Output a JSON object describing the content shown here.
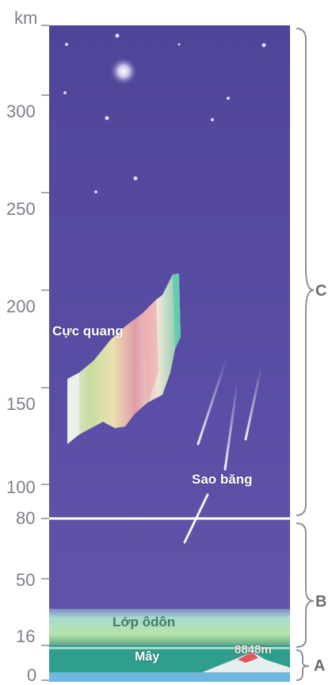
{
  "axis": {
    "unit": "km",
    "ticks": [
      "300",
      "250",
      "200",
      "150",
      "100",
      "80",
      "50",
      "16",
      "0"
    ]
  },
  "labels": {
    "aurora": "Cực quang",
    "meteor": "Sao băng",
    "ozone": "Lớp ôdôn",
    "cloud": "Mây",
    "everest": "8848m"
  },
  "zones": [
    "C",
    "B",
    "A"
  ],
  "colors": {
    "sky": "#5a4ea6",
    "ozone_band": "#9fd9c8",
    "cloud_band": "#2f9e8c",
    "ground": "#6fb7e0",
    "boundary_line": "#ffffff"
  }
}
